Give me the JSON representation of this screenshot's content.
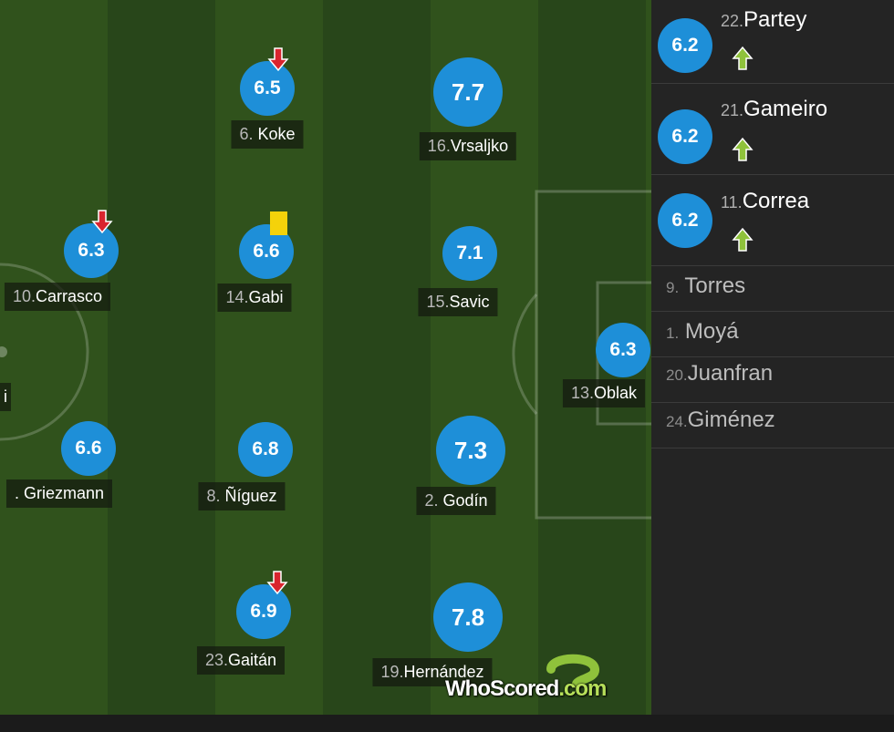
{
  "pitch_players": [
    {
      "rating": "6.5",
      "number": "6.",
      "name": " Koke",
      "event": "sub-off"
    },
    {
      "rating": "7.7",
      "number": "16.",
      "name": "Vrsaljko",
      "event": ""
    },
    {
      "rating": "6.3",
      "number": "10.",
      "name": "Carrasco",
      "event": "sub-off"
    },
    {
      "rating": "6.6",
      "number": "14.",
      "name": "Gabi",
      "event": "yellow-card"
    },
    {
      "rating": "7.1",
      "number": "15.",
      "name": "Savic",
      "event": ""
    },
    {
      "rating": "6.3",
      "number": "13.",
      "name": "Oblak",
      "event": ""
    },
    {
      "rating": "6.6",
      "number": "",
      "name": ". Griezmann",
      "event": ""
    },
    {
      "rating": "6.8",
      "number": "8.",
      "name": " Ñíguez",
      "event": ""
    },
    {
      "rating": "7.3",
      "number": "2.",
      "name": " Godín",
      "event": ""
    },
    {
      "rating": "6.9",
      "number": "23.",
      "name": "Gaitán",
      "event": "sub-off"
    },
    {
      "rating": "7.8",
      "number": "19.",
      "name": "Hernández",
      "event": ""
    },
    {
      "rating": "",
      "number": "",
      "name": "i",
      "event": ""
    }
  ],
  "substitutes_used": [
    {
      "rating": "6.2",
      "number": "22.",
      "name": "Partey",
      "icon": "sub-on-arrow-icon"
    },
    {
      "rating": "6.2",
      "number": "21.",
      "name": "Gameiro",
      "icon": "sub-on-arrow-icon"
    },
    {
      "rating": "6.2",
      "number": "11.",
      "name": "Correa",
      "icon": "sub-on-arrow-icon"
    }
  ],
  "bench": [
    {
      "number": "9.",
      "name": " Torres"
    },
    {
      "number": "1.",
      "name": " Moyá"
    },
    {
      "number": "20.",
      "name": "Juanfran"
    },
    {
      "number": "24.",
      "name": "Giménez"
    }
  ],
  "watermark": {
    "main": "WhoScored",
    "dot": ".com"
  },
  "colors": {
    "rating_bubble": "#1e8fd8",
    "pitch_light": "#30521c",
    "pitch_dark": "#28461a",
    "sub_off": "#d9242e",
    "sub_on": "#8fc23b",
    "yellow_card": "#f4d20a"
  }
}
